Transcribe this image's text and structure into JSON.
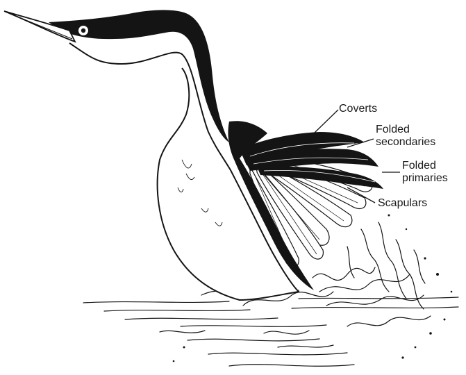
{
  "labels": {
    "coverts": "Coverts",
    "folded_secondaries_1": "Folded",
    "folded_secondaries_2": "secondaries",
    "folded_primaries_1": "Folded",
    "folded_primaries_2": "primaries",
    "scapulars": "Scapulars"
  },
  "colors": {
    "ink": "#141414",
    "paper": "#ffffff"
  }
}
